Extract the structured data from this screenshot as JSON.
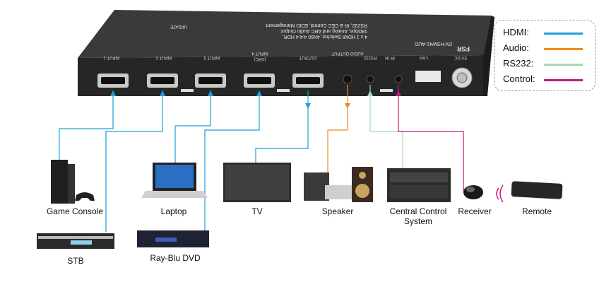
{
  "device": {
    "top_text_line1": "4 x 1 HDMI Switcher, 4K60 4:4:4 HDR,",
    "top_text_line2": "18Gbps, Analog and ARC Audio Output",
    "top_text_line3": "RS232, IR & CEC Control, EDID Management",
    "model": "DV-HSW41-AUD",
    "brand": "FSR",
    "update_label": "UPDATE",
    "ports": {
      "input1": "INPUT 1",
      "input2": "INPUT 2",
      "input3": "INPUT 3",
      "input4": "INPUT 4",
      "input4_sub": "(ARC)",
      "output": "OUTPUT",
      "audio_output": "AUDIO OUTPUT",
      "rs232": "RS232",
      "ir_in": "IR IN",
      "lan": "LAN",
      "power": "5V DC"
    }
  },
  "legend": {
    "items": [
      {
        "label": "HDMI:",
        "color": "#1ba0d8"
      },
      {
        "label": "Audio:",
        "color": "#f08a24"
      },
      {
        "label": "RS232:",
        "color": "#a8d8b0"
      },
      {
        "label": "Control:",
        "color": "#c2187a"
      }
    ]
  },
  "devices": {
    "game_console": "Game Console",
    "stb": "STB",
    "laptop": "Laptop",
    "ray_blu_dvd": "Ray-Blu DVD",
    "tv": "TV",
    "speaker": "Speaker",
    "central_control_line1": "Central Control",
    "central_control_line2": "System",
    "receiver": "Receiver",
    "remote": "Remote"
  },
  "colors": {
    "hdmi": "#1ba0d8",
    "audio": "#f08a24",
    "rs232": "#a8d8b0",
    "control": "#c2187a",
    "chassis": "#2b2b2b"
  }
}
